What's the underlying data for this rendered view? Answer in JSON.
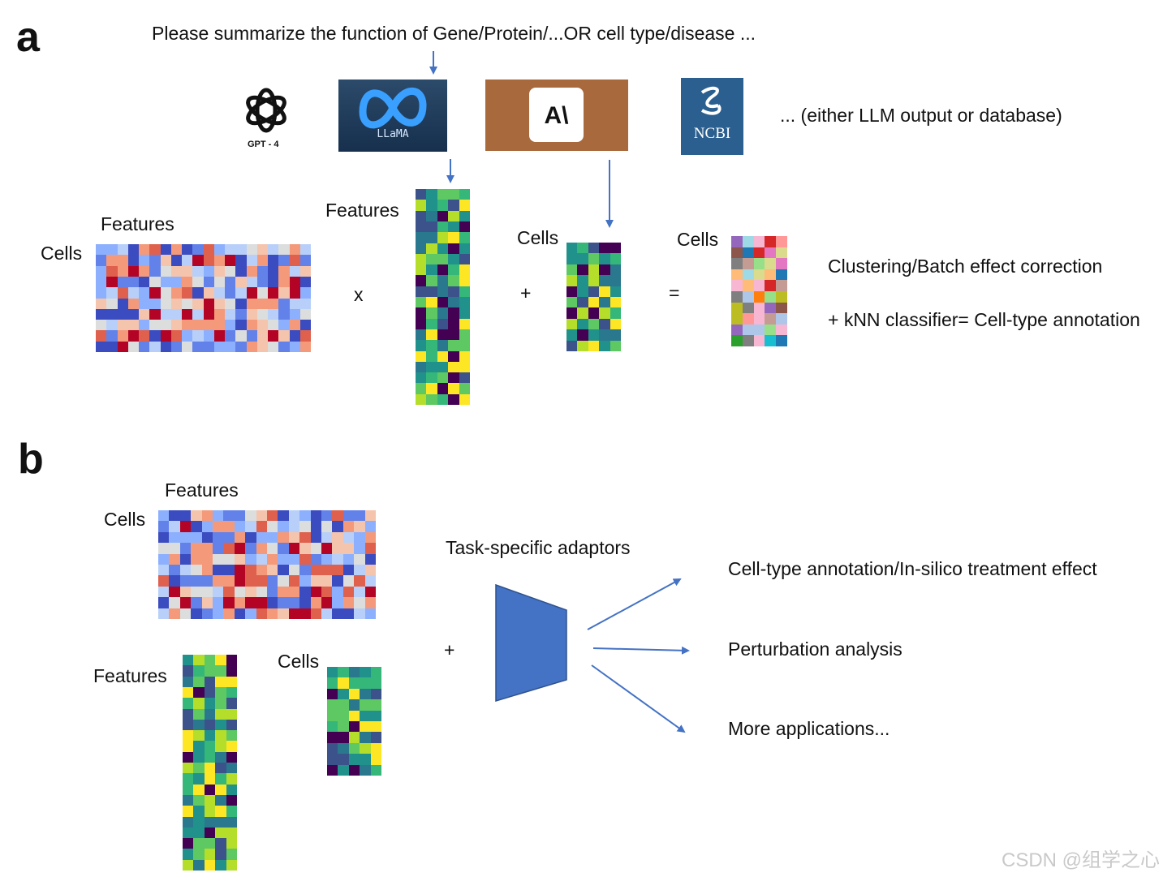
{
  "panel_a": {
    "label": "a",
    "prompt": "Please summarize the function of Gene/Protein/...OR cell type/disease ...",
    "sources_note": "... (either LLM output or database)",
    "logos": {
      "gpt": {
        "caption": "GPT - 4",
        "icon": "openai-knot-icon"
      },
      "llama": {
        "caption": "LLaMA",
        "icon": "meta-infinity-icon",
        "color": "#1f3a5a"
      },
      "anthropic": {
        "caption": "A\\",
        "icon": "anthropic-icon",
        "color": "#a8693c"
      },
      "ncbi": {
        "caption": "NCBI",
        "icon": "ncbi-helix-icon",
        "color": "#2b5f8f"
      }
    },
    "cells_label": "Cells",
    "features_label": "Features",
    "features_label_2": "Features",
    "cells_label_2": "Cells",
    "cells_label_3": "Cells",
    "op_times": "x",
    "op_plus": "+",
    "op_equals": "=",
    "result_line1": "Clustering/Batch effect correction",
    "result_line2": "+ kNN classifier= Cell-type annotation"
  },
  "panel_b": {
    "label": "b",
    "features_label": "Features",
    "cells_label": "Cells",
    "features_label_2": "Features",
    "cells_label_2": "Cells",
    "op_plus": "+",
    "adaptor_label": "Task-specific adaptors",
    "out1": "Cell-type annotation/In-silico treatment effect",
    "out2": "Perturbation analysis",
    "out3": "More applications..."
  },
  "colors": {
    "arrow": "#4472c4",
    "adaptor": "#4472c4",
    "coolwarm": [
      "#3b4cc0",
      "#6282ea",
      "#8db0fe",
      "#b8d0f9",
      "#dcdddd",
      "#f5c4ad",
      "#f49a7b",
      "#de604d",
      "#b40426"
    ],
    "viridis": [
      "#440154",
      "#3b528b",
      "#21918c",
      "#2a788e",
      "#5ec962",
      "#35b779",
      "#b5de2b",
      "#fde725"
    ],
    "tab": [
      "#1f77b4",
      "#ff7f0e",
      "#2ca02c",
      "#d62728",
      "#9467bd",
      "#8c564b",
      "#e377c2",
      "#7f7f7f",
      "#bcbd22",
      "#17becf",
      "#aec7e8",
      "#ffbb78",
      "#98df8a",
      "#ff9896",
      "#c5b0d5",
      "#c49c94",
      "#f7b6d2",
      "#dbdb8d",
      "#9edae5"
    ]
  },
  "watermark": "CSDN @组学之心"
}
